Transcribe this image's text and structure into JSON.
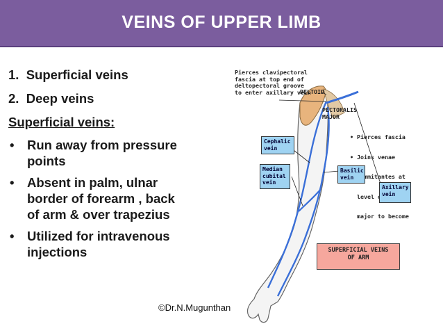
{
  "title": "VEINS OF UPPER LIMB",
  "list": [
    {
      "num": "1.",
      "text": "Superficial veins"
    },
    {
      "num": "2.",
      "text": "Deep veins"
    }
  ],
  "heading": "Superficial veins:",
  "bullets": [
    {
      "glyph": "•",
      "lines": [
        "Run away from pressure",
        "points"
      ]
    },
    {
      "glyph": "•",
      "lines": [
        "Absent in palm, ulnar",
        "border of forearm , back",
        "of arm & over trapezius"
      ]
    },
    {
      "glyph": "•",
      "lines": [
        "Utilized for intravenous",
        "injections"
      ]
    }
  ],
  "credit": "©Dr.N.Mugunthan",
  "figure": {
    "pierces_note": [
      "Pierces clavipectoral",
      "fascia at top end of",
      "deltopectoral groove",
      "to enter axillary vein"
    ],
    "deltoid": "DELTOID",
    "pectoralis": [
      "PECTORALIS",
      "MAJOR"
    ],
    "basilic_notes": [
      "• Pierces fascia",
      "• Joins venae",
      "  commitantes at",
      "  level of teres",
      "  major to become"
    ],
    "cephalic_box": [
      "Cephalic",
      "vein"
    ],
    "median_box": [
      "Median",
      "cubital",
      "vein"
    ],
    "basilic_box": [
      "Basilic",
      "vein"
    ],
    "axillary_box": [
      "Axillary",
      "vein"
    ],
    "caption": [
      "SUPERFICIAL VEINS",
      "OF ARM"
    ]
  },
  "colors": {
    "title_bar": "#7b5d9e",
    "vein": "#3a6fd8",
    "label_box": "#9fd3f2",
    "caption_box": "#f6a79d",
    "deltoid": "#e8b47d"
  }
}
